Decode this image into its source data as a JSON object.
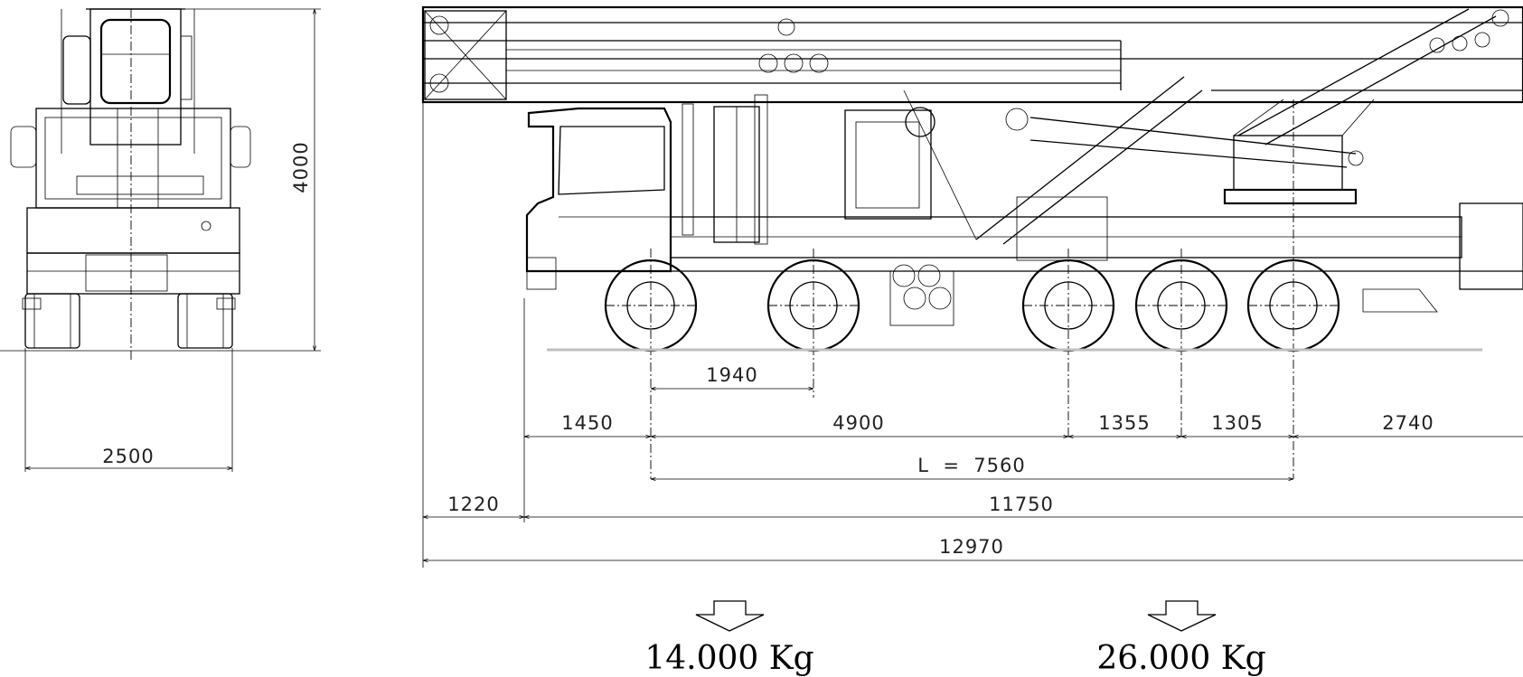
{
  "front_view": {
    "width": "2500",
    "height": "4000"
  },
  "side_view": {
    "dims_row1": [
      "1940"
    ],
    "dims_row2": [
      "1450",
      "4900",
      "1355",
      "1305",
      "2740"
    ],
    "wheelbase": "L  =  7560",
    "dims_row4": [
      "1220",
      "11750"
    ],
    "overall_length": "12970"
  },
  "loads": [
    {
      "label": "14.000 Kg"
    },
    {
      "label": "26.000 Kg"
    }
  ]
}
